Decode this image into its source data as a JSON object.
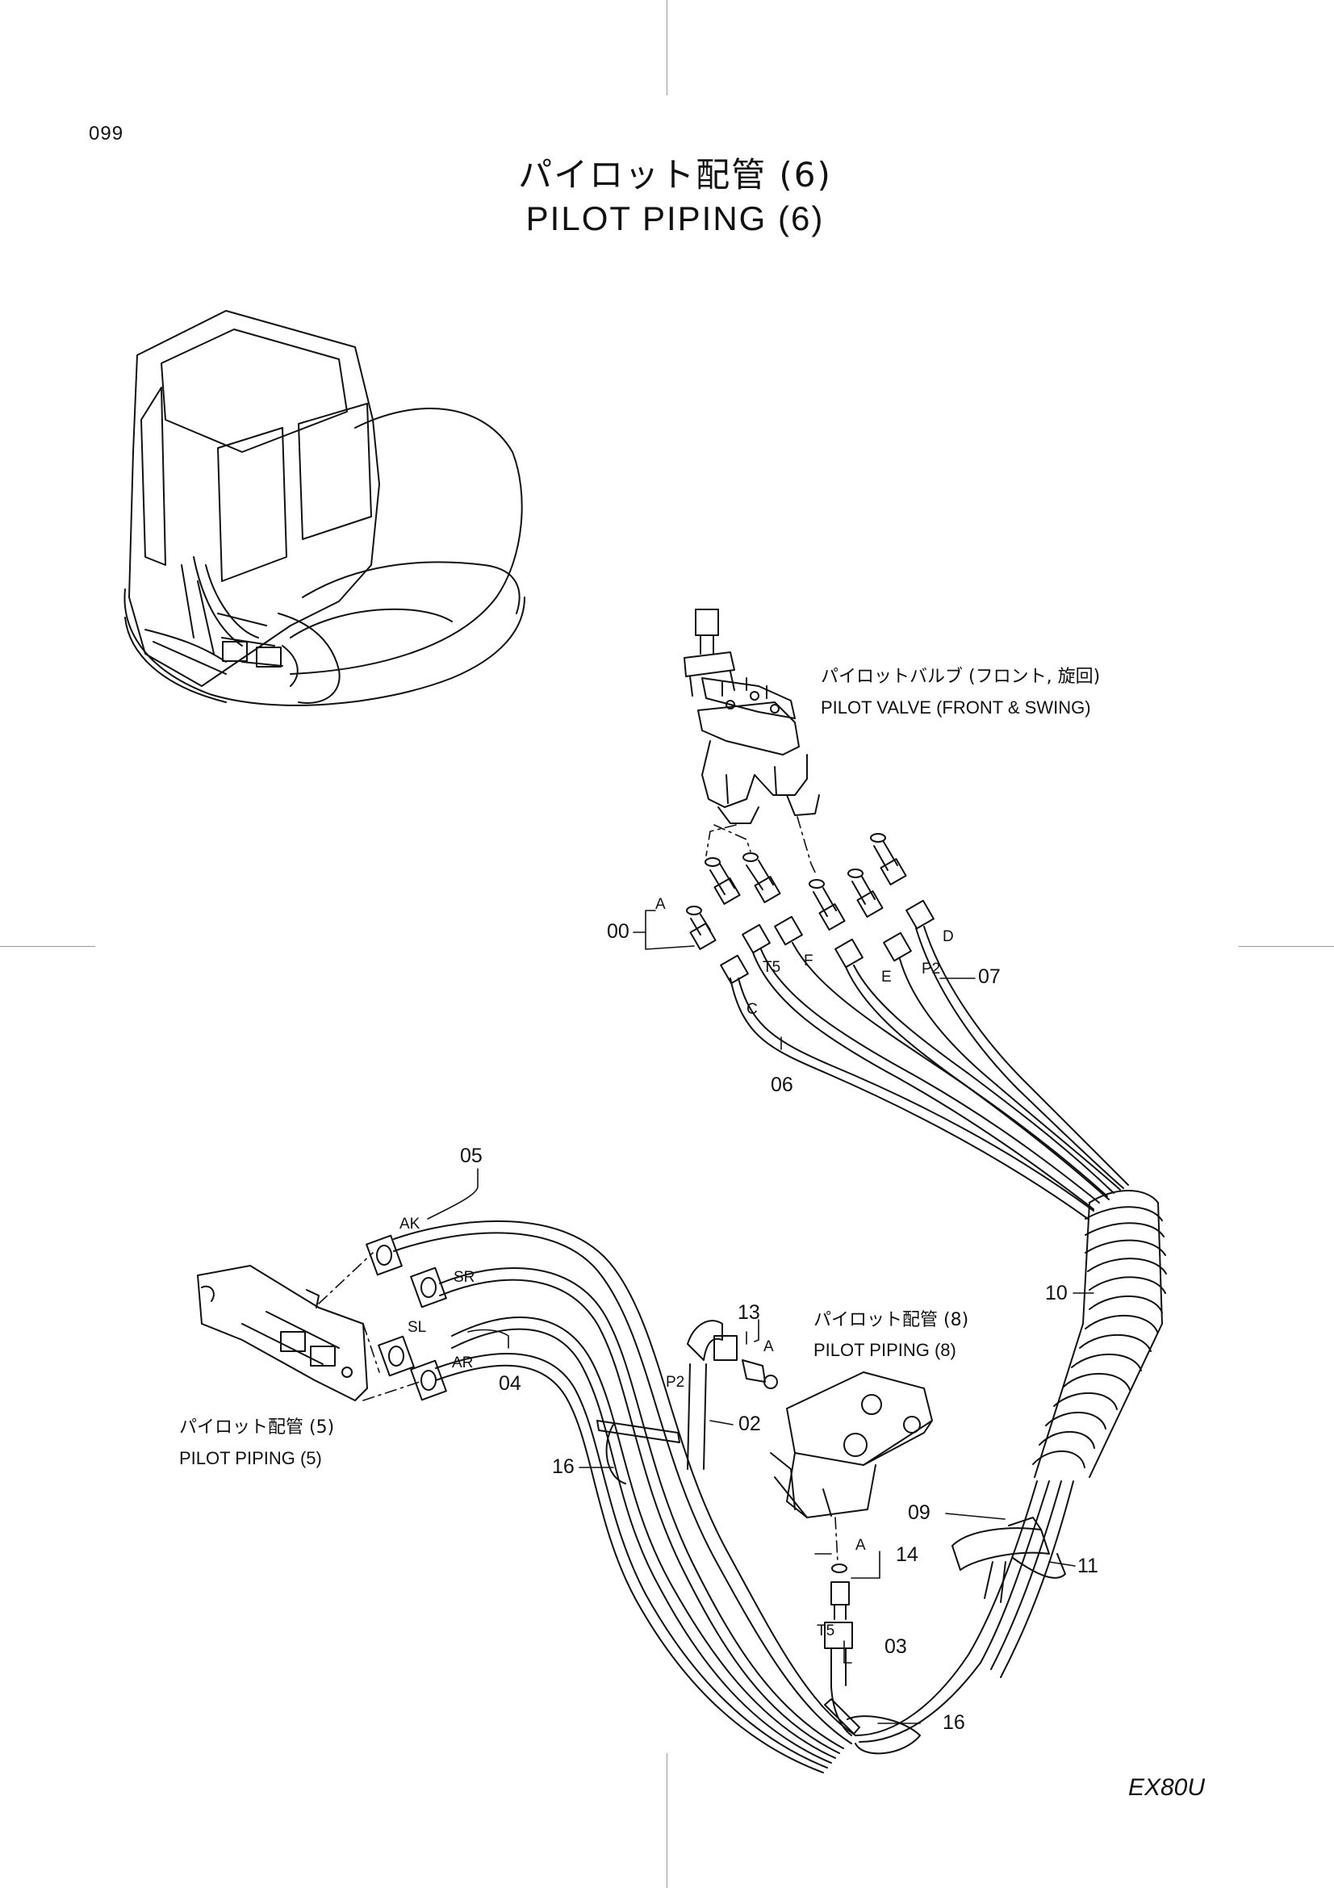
{
  "page": {
    "page_number": "099",
    "title_jp": "パイロット配管 (6)",
    "title_en": "PILOT  PIPING  (6)",
    "model": "EX80U"
  },
  "labels": {
    "pilot_valve_jp": "パイロットバルブ (フロント, 旋回)",
    "pilot_valve_en": "PILOT  VALVE  (FRONT & SWING)",
    "piping8_jp": "パイロット配管  (8)",
    "piping8_en": "PILOT  PIPING  (8)",
    "piping5_jp": "パイロット配管  (5)",
    "piping5_en": "PILOT  PIPING  (5)"
  },
  "callouts": {
    "c00": "00",
    "c02": "02",
    "c03": "03",
    "c04": "04",
    "c05": "05",
    "c06": "06",
    "c07": "07",
    "c09": "09",
    "c10": "10",
    "c11": "11",
    "c13": "13",
    "c14": "14",
    "c16a": "16",
    "c16b": "16"
  },
  "port_letters": {
    "A1": "A",
    "A2": "A",
    "A3": "A",
    "C": "C",
    "T5a": "T5",
    "F": "F",
    "E": "E",
    "P2a": "P2",
    "D": "D",
    "AK": "AK",
    "SR": "SR",
    "SL": "SL",
    "AR": "AR",
    "P2b": "P2",
    "T5b": "T5"
  }
}
